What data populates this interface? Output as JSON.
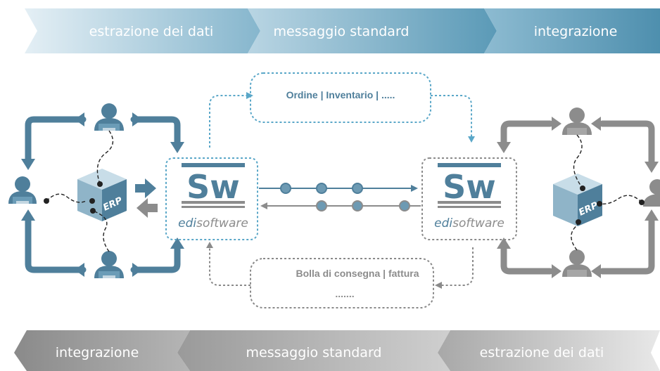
{
  "top_flow": {
    "steps": [
      "estrazione dei dati",
      "messaggio standard",
      "integrazione"
    ]
  },
  "bottom_flow": {
    "steps": [
      "integrazione",
      "messaggio standard",
      "estrazione dei dati"
    ]
  },
  "messages": {
    "outgoing": "Ordine | Inventario | .....",
    "incoming_line1": "Bolla di consegna | fattura",
    "incoming_line2": "......."
  },
  "erp_label": "ERP",
  "sw_logo": {
    "letters": "Sw",
    "edi": "edi",
    "software": "software"
  },
  "colors": {
    "blue": "#4f7f9b",
    "blue_light": "#c8dde8",
    "grey": "#8c8c8c",
    "grey_light": "#dcdcdc",
    "dotted_blue": "#5aa7c8",
    "dotted_grey": "#8a8a8a"
  }
}
